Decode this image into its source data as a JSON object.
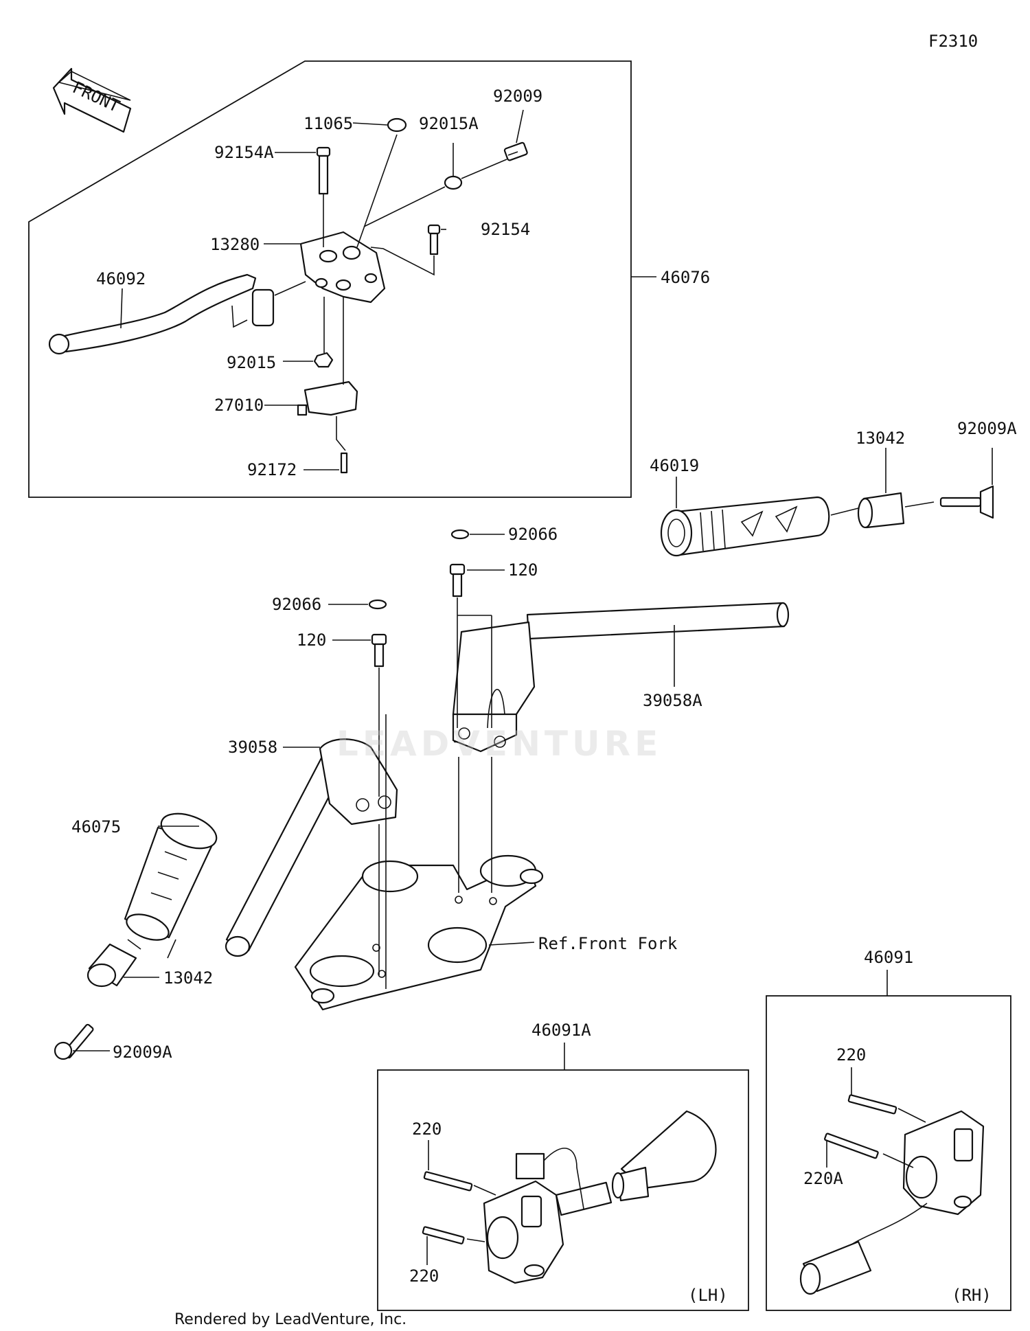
{
  "figure_code": "F2310",
  "front_arrow": "FRONT",
  "watermark": "LEADVENTURE",
  "footer": "Rendered by LeadVenture, Inc.",
  "labels": {
    "l11065": "11065",
    "l92009": "92009",
    "l92015A": "92015A",
    "l92154A": "92154A",
    "l92154": "92154",
    "l13280": "13280",
    "l46092": "46092",
    "l46076": "46076",
    "l92015": "92015",
    "l27010": "27010",
    "l92172": "92172",
    "l46019": "46019",
    "l13042_top": "13042",
    "l92009A_top": "92009A",
    "l92066_right": "92066",
    "l120_right": "120",
    "l92066_left": "92066",
    "l120_left": "120",
    "l39058A": "39058A",
    "l39058": "39058",
    "l46075": "46075",
    "l13042_bottom": "13042",
    "l92009A_bottom": "92009A",
    "l_ref_front_fork": "Ref.Front Fork",
    "l46091": "46091",
    "l46091A": "46091A",
    "l220_lh_top": "220",
    "l220_lh_bottom": "220",
    "l220_rh": "220",
    "l220A": "220A",
    "lh_tag": "(LH)",
    "rh_tag": "(RH)"
  }
}
